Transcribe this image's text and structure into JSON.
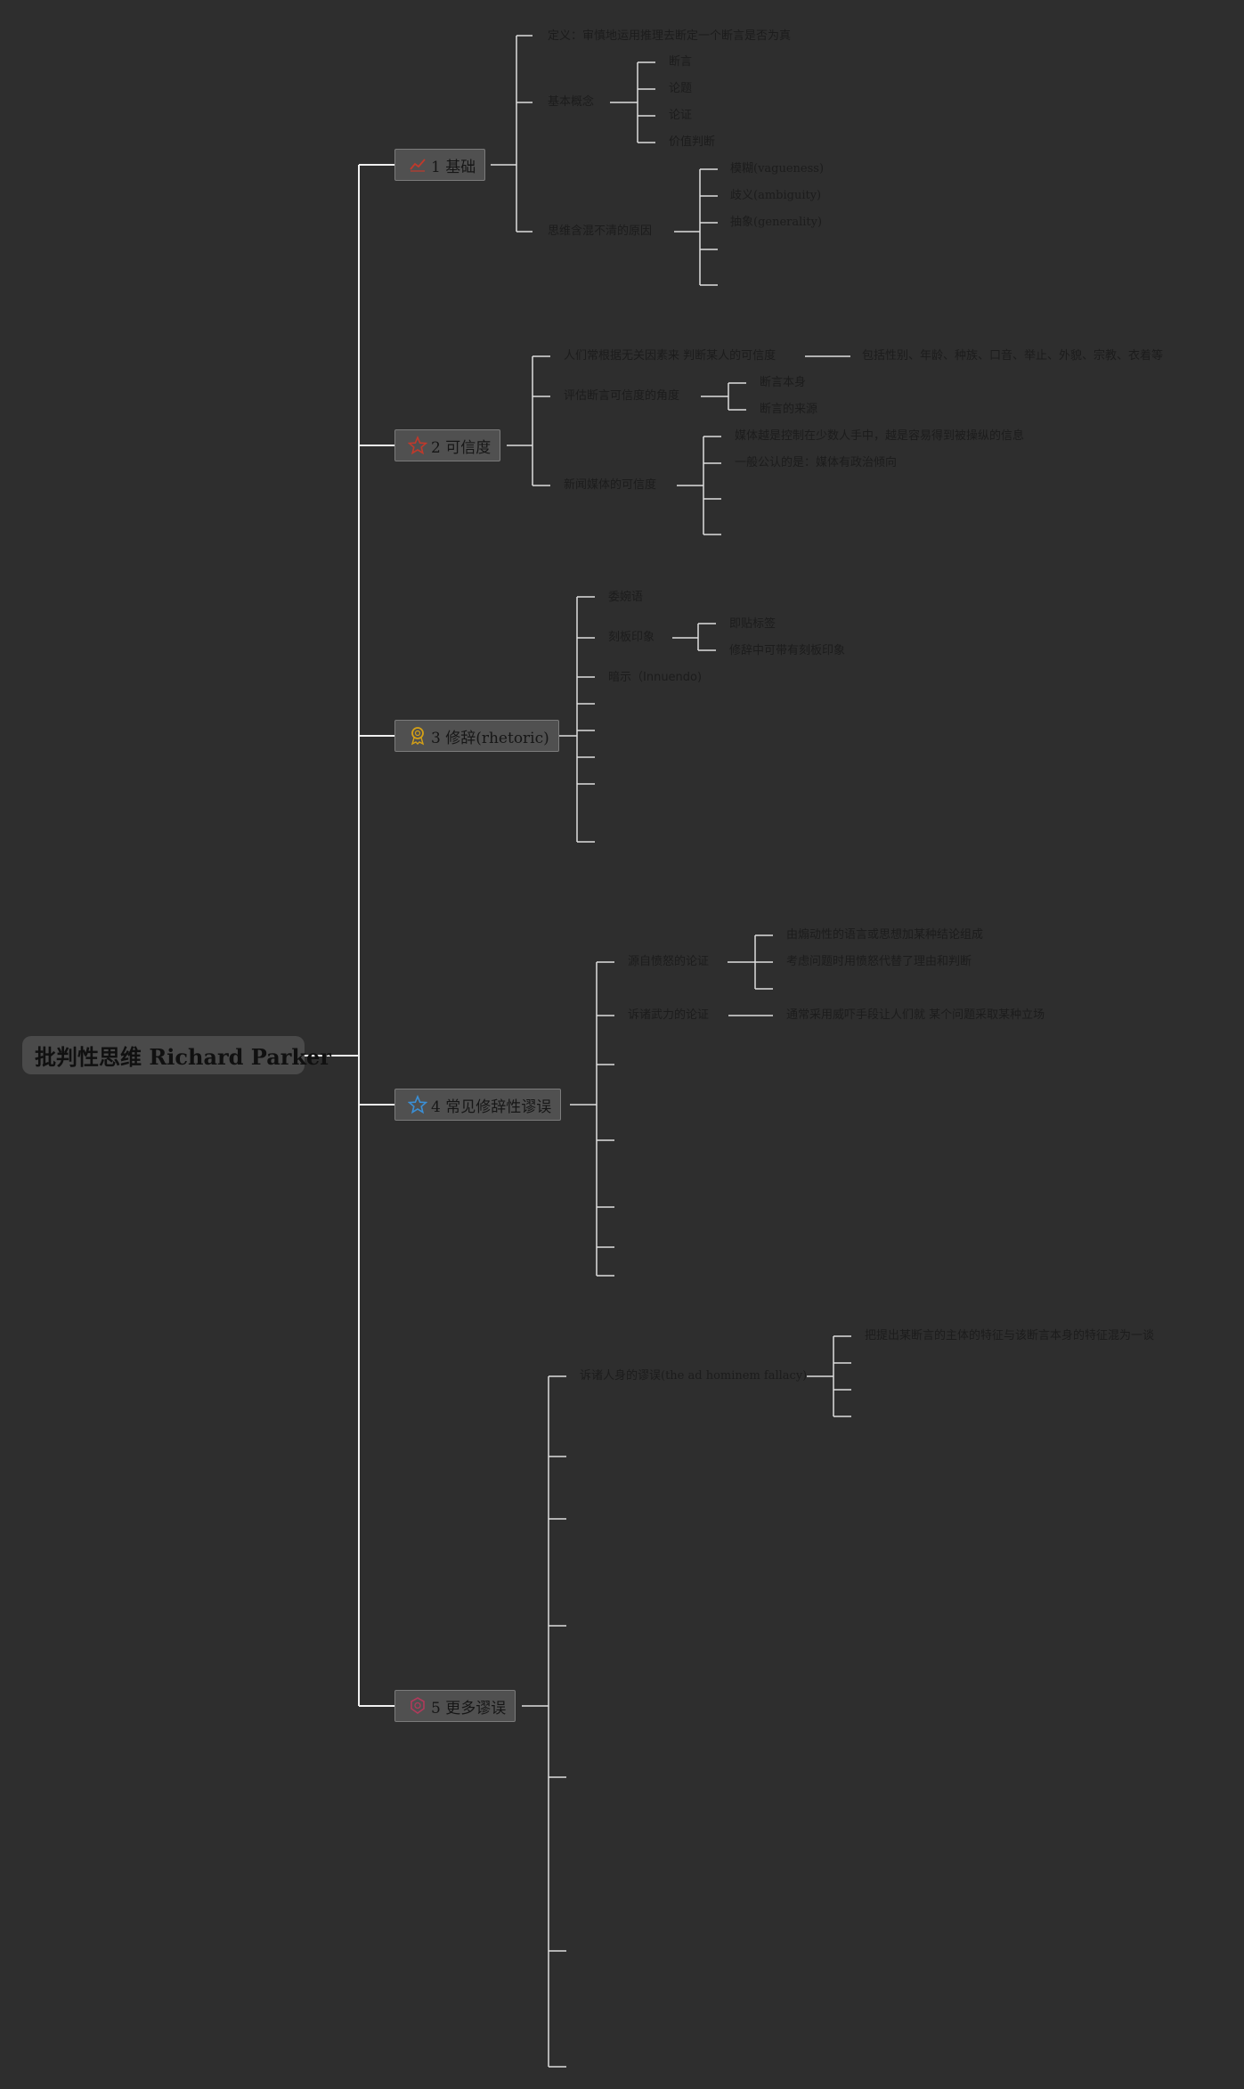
{
  "root": {
    "title": "批判性思维 Richard Parker"
  },
  "branches": {
    "b1": {
      "label": "1 基础",
      "icon": "chart-icon",
      "icon_color": "#c0392b"
    },
    "b2": {
      "label": "2 可信度",
      "icon": "star-icon",
      "icon_color": "#c0392b"
    },
    "b3": {
      "label": "3 修辞(rhetoric)",
      "icon": "award-icon",
      "icon_color": "#d4a017"
    },
    "b4": {
      "label": "4 常见修辞性谬误",
      "icon": "star-icon",
      "icon_color": "#3a8fd6"
    },
    "b5": {
      "label": "5 更多谬误",
      "icon": "badge-icon",
      "icon_color": "#b03a5b"
    }
  },
  "nodes": {
    "b1_def": "定义：审慎地运用推理去断定一个断言是否为真",
    "b1_concepts": "基本概念",
    "b1_c1": "断言",
    "b1_c2": "论题",
    "b1_c3": "论证",
    "b1_c4": "价值判断",
    "b1_reasons": "思维含混不清的原因",
    "b1_r1": "模糊(vagueness)",
    "b1_r2": "歧义(ambiguity)",
    "b1_r3": "抽象(generality)",
    "b2_irrelevant": "人们常根据无关因素来 判断某人的可信度",
    "b2_irrelevant_detail": "包括性别、年龄、种族、口音、举止、外貌、宗教、衣着等",
    "b2_angles": "评估断言可信度的角度",
    "b2_a1": "断言本身",
    "b2_a2": "断言的来源",
    "b2_media": "新闻媒体的可信度",
    "b2_m1": "媒体越是控制在少数人手中，越是容易得到被操纵的信息",
    "b2_m2": "一般公认的是：媒体有政治倾向",
    "b3_euph": "委婉语",
    "b3_stereo": "刻板印象",
    "b3_s1": "即贴标签",
    "b3_s2": "修辞中可带有刻板印象",
    "b3_innuendo": "暗示（Innuendo)",
    "b4_anger": "源自愤怒的论证",
    "b4_an1": "由煽动性的语言或思想加某种结论组成",
    "b4_an2": "考虑问题时用愤怒代替了理由和判断",
    "b4_force": "诉诸武力的论证",
    "b4_force_detail": "通常采用威吓手段让人们就 某个问题采取某种立场",
    "b5_adhom": "诉诸人身的谬误(the ad hominem fallacy)",
    "b5_adhom_detail": "把提出某断言的主体的特征与该断言本身的特征混为一谈"
  }
}
